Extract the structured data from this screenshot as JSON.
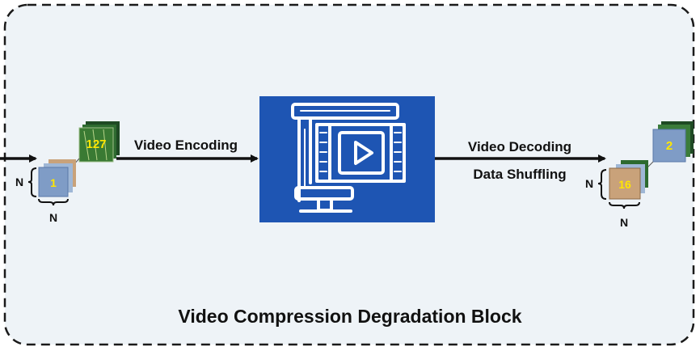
{
  "diagram": {
    "block_title": "Video Compression Degradation Block",
    "encode_label": "Video Encoding",
    "decode_label": "Video Decoding",
    "shuffle_label": "Data Shuffling",
    "input_stack": {
      "front_frame_number": "1",
      "back_frame_number": "127",
      "side_label": "N",
      "bottom_label": "N"
    },
    "output_stack": {
      "front_frame_number": "16",
      "back_frame_number": "2",
      "side_label": "N",
      "bottom_label": "N"
    },
    "codec_icon": "video-compressor-clamp-icon"
  },
  "colors": {
    "block_fill": "#eef3f7",
    "border": "#1a1a1a",
    "codec_bg": "#1e55b3",
    "icon_stroke": "#ffffff",
    "frame_number": "#ffe600",
    "frame_blue": "#7f9cc6",
    "frame_green": "#2d5a2b",
    "frame_brown": "#c9a27a"
  }
}
